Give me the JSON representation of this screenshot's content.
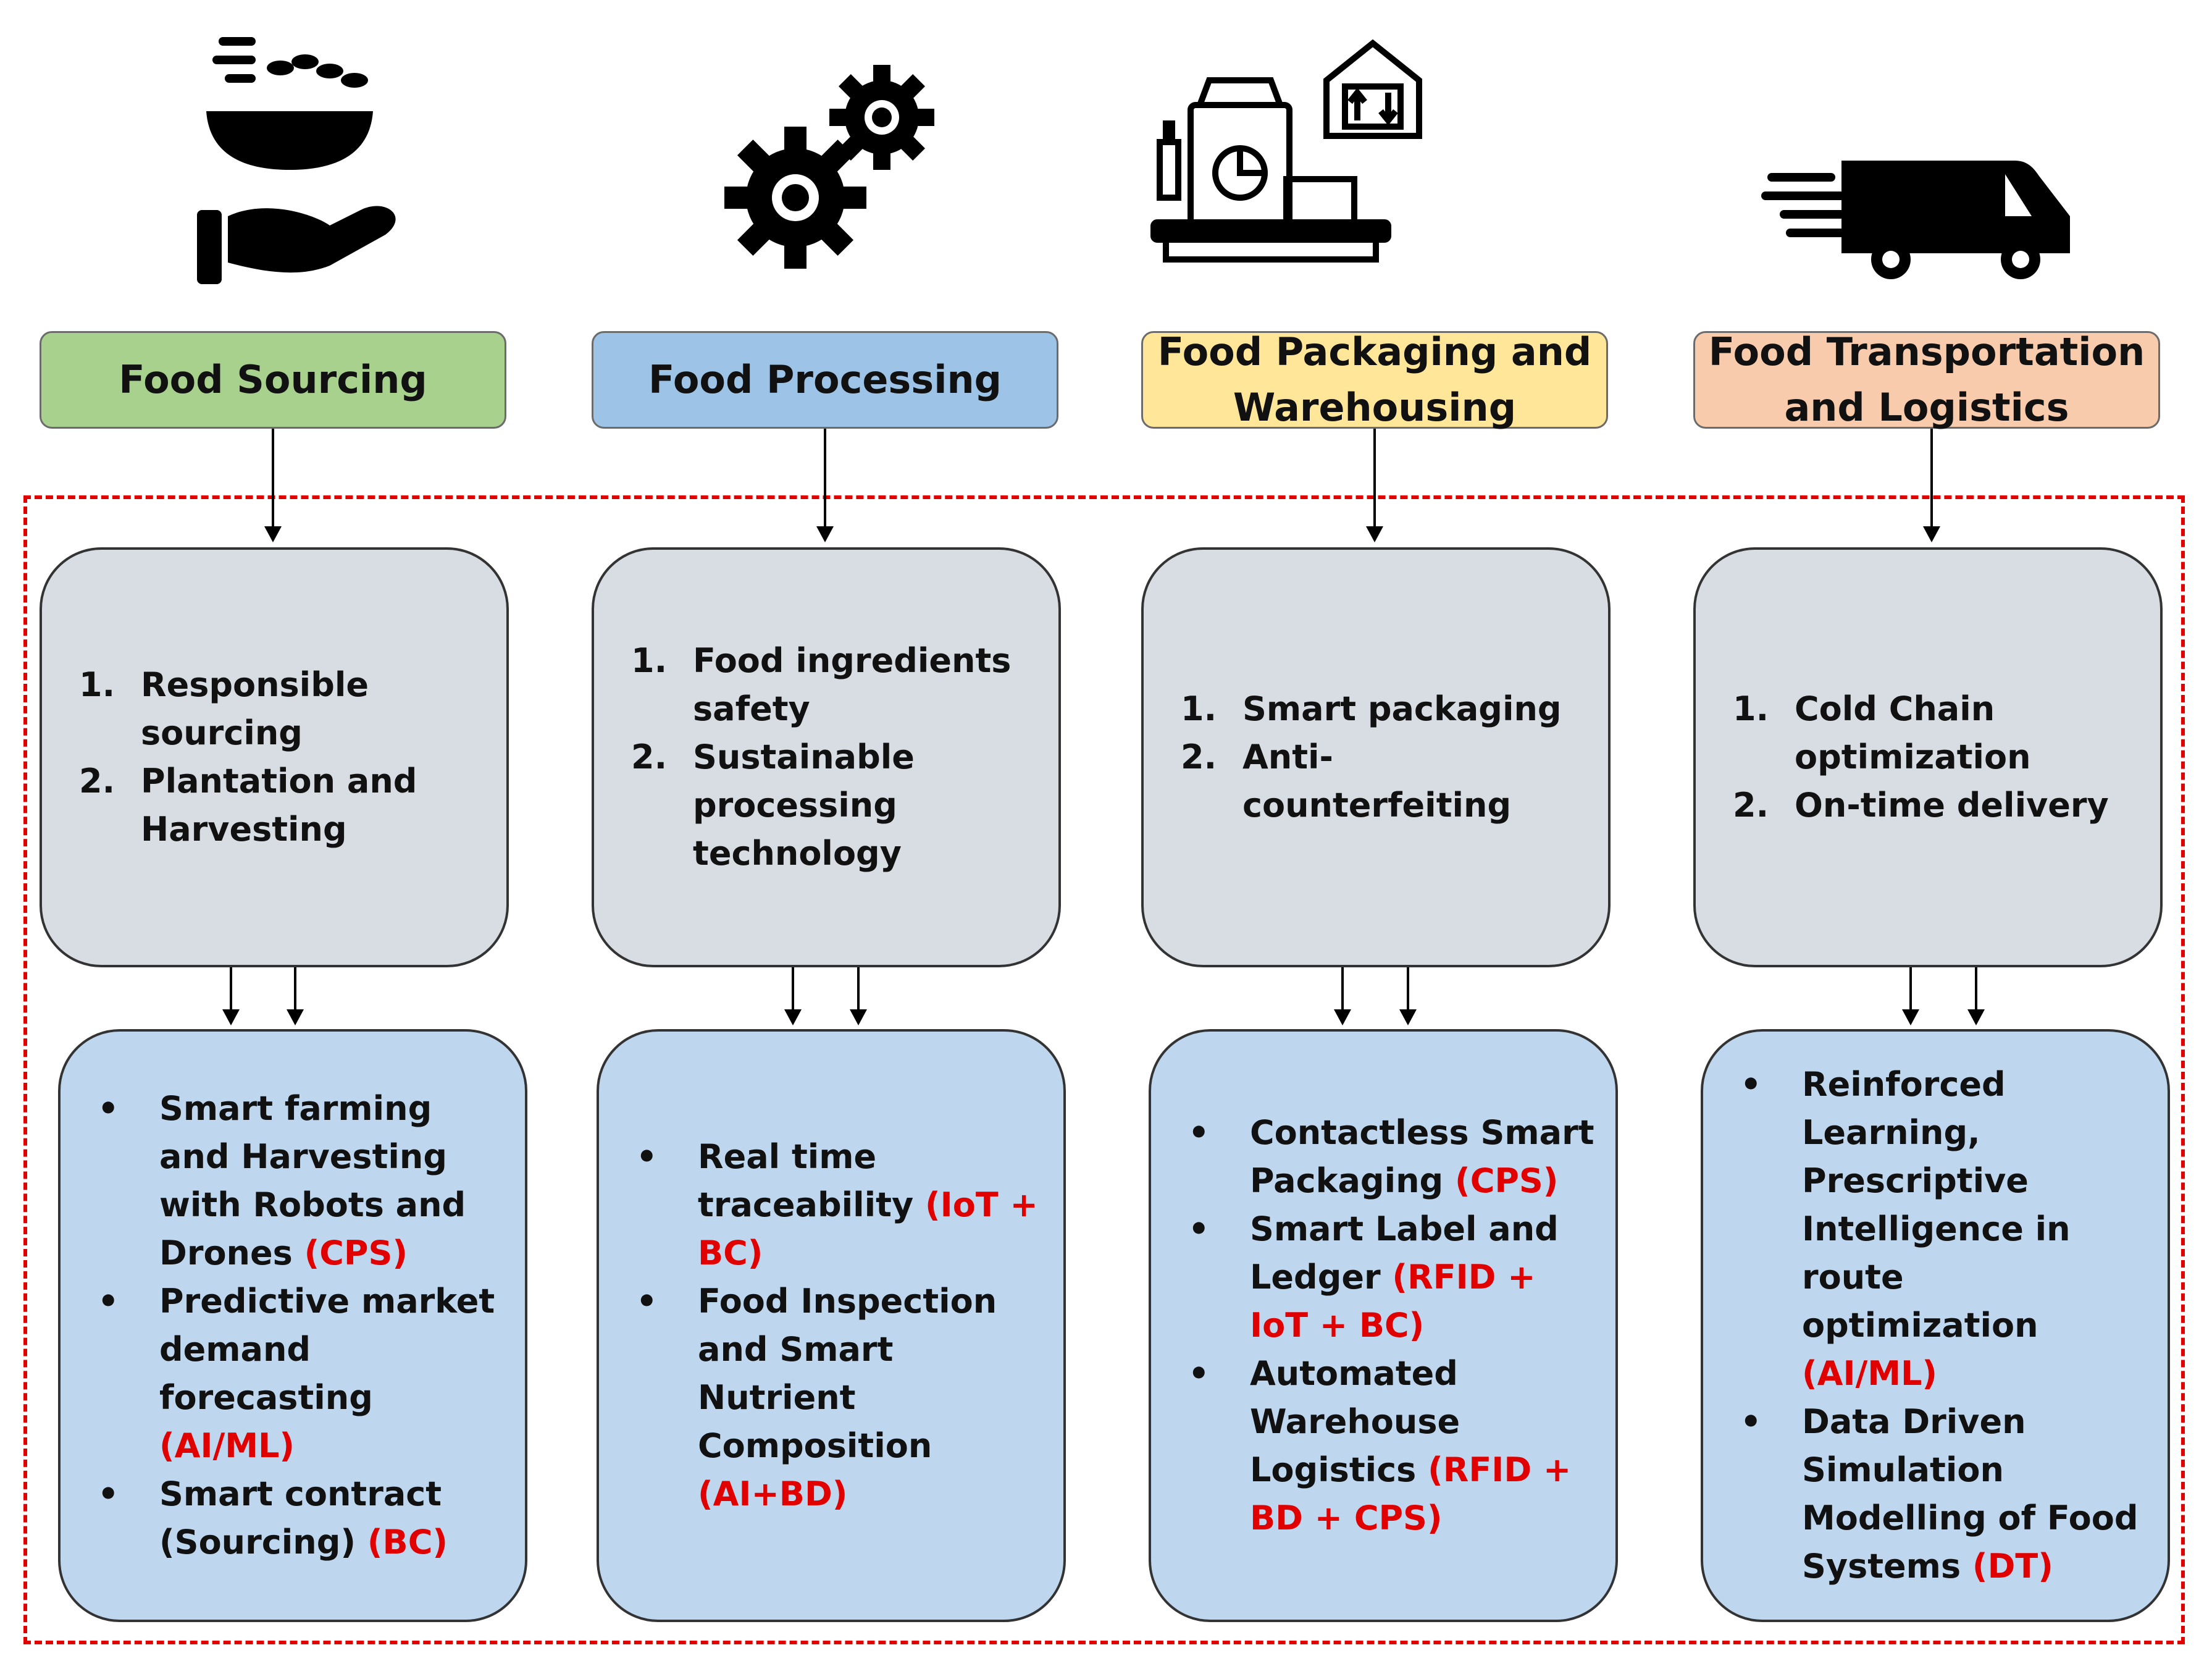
{
  "columns": [
    {
      "id": "sourcing",
      "icon": "grain-bowl-hand-icon",
      "header": "Food Sourcing",
      "header_color": "#a9d18e",
      "goals": [
        "Responsible sourcing",
        "Plantation and Harvesting"
      ],
      "techs": [
        {
          "text": "Smart farming and Harvesting with Robots and Drones",
          "tag": "(CPS)"
        },
        {
          "text": "Predictive market demand forecasting",
          "tag": "(AI/ML)"
        },
        {
          "text": "Smart contract (Sourcing)",
          "tag": "(BC)"
        }
      ]
    },
    {
      "id": "processing",
      "icon": "gears-icon",
      "header": "Food Processing",
      "header_color": "#9dc3e6",
      "goals": [
        "Food ingredients safety",
        "Sustainable processing technology"
      ],
      "techs": [
        {
          "text": "Real time traceability",
          "tag": "(IoT + BC)"
        },
        {
          "text": "Food Inspection and Smart Nutrient Composition",
          "tag": "(AI+BD)"
        }
      ]
    },
    {
      "id": "packaging",
      "icon": "package-warehouse-icon",
      "header": "Food Packaging and\nWarehousing",
      "header_color": "#ffe699",
      "goals": [
        "Smart packaging",
        "Anti-counterfeiting"
      ],
      "techs": [
        {
          "text": "Contactless Smart Packaging",
          "tag": "(CPS)"
        },
        {
          "text": "Smart Label and Ledger",
          "tag": "(RFID + IoT + BC)"
        },
        {
          "text": "Automated Warehouse Logistics",
          "tag": "(RFID + BD + CPS)"
        }
      ]
    },
    {
      "id": "transport",
      "icon": "delivery-van-icon",
      "header": "Food Transportation\nand Logistics",
      "header_color": "#f8cbad",
      "goals": [
        "Cold Chain optimization",
        "On-time delivery"
      ],
      "techs": [
        {
          "text": "Reinforced Learning, Prescriptive Intelligence in route optimization",
          "tag": "(AI/ML)"
        },
        {
          "text": "Data Driven Simulation Modelling of Food Systems",
          "tag": "(DT)"
        }
      ]
    }
  ]
}
